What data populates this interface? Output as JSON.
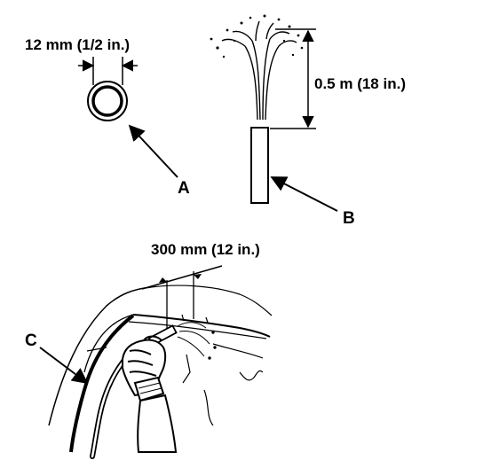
{
  "labels": {
    "hose_diameter": "12 mm (1/2 in.)",
    "spray_height": "0.5 m (18 in.)",
    "spray_distance": "300 mm (12 in.)",
    "callout_a": "A",
    "callout_b": "B",
    "callout_c": "C"
  },
  "colors": {
    "ink": "#000000",
    "paper": "#ffffff"
  }
}
